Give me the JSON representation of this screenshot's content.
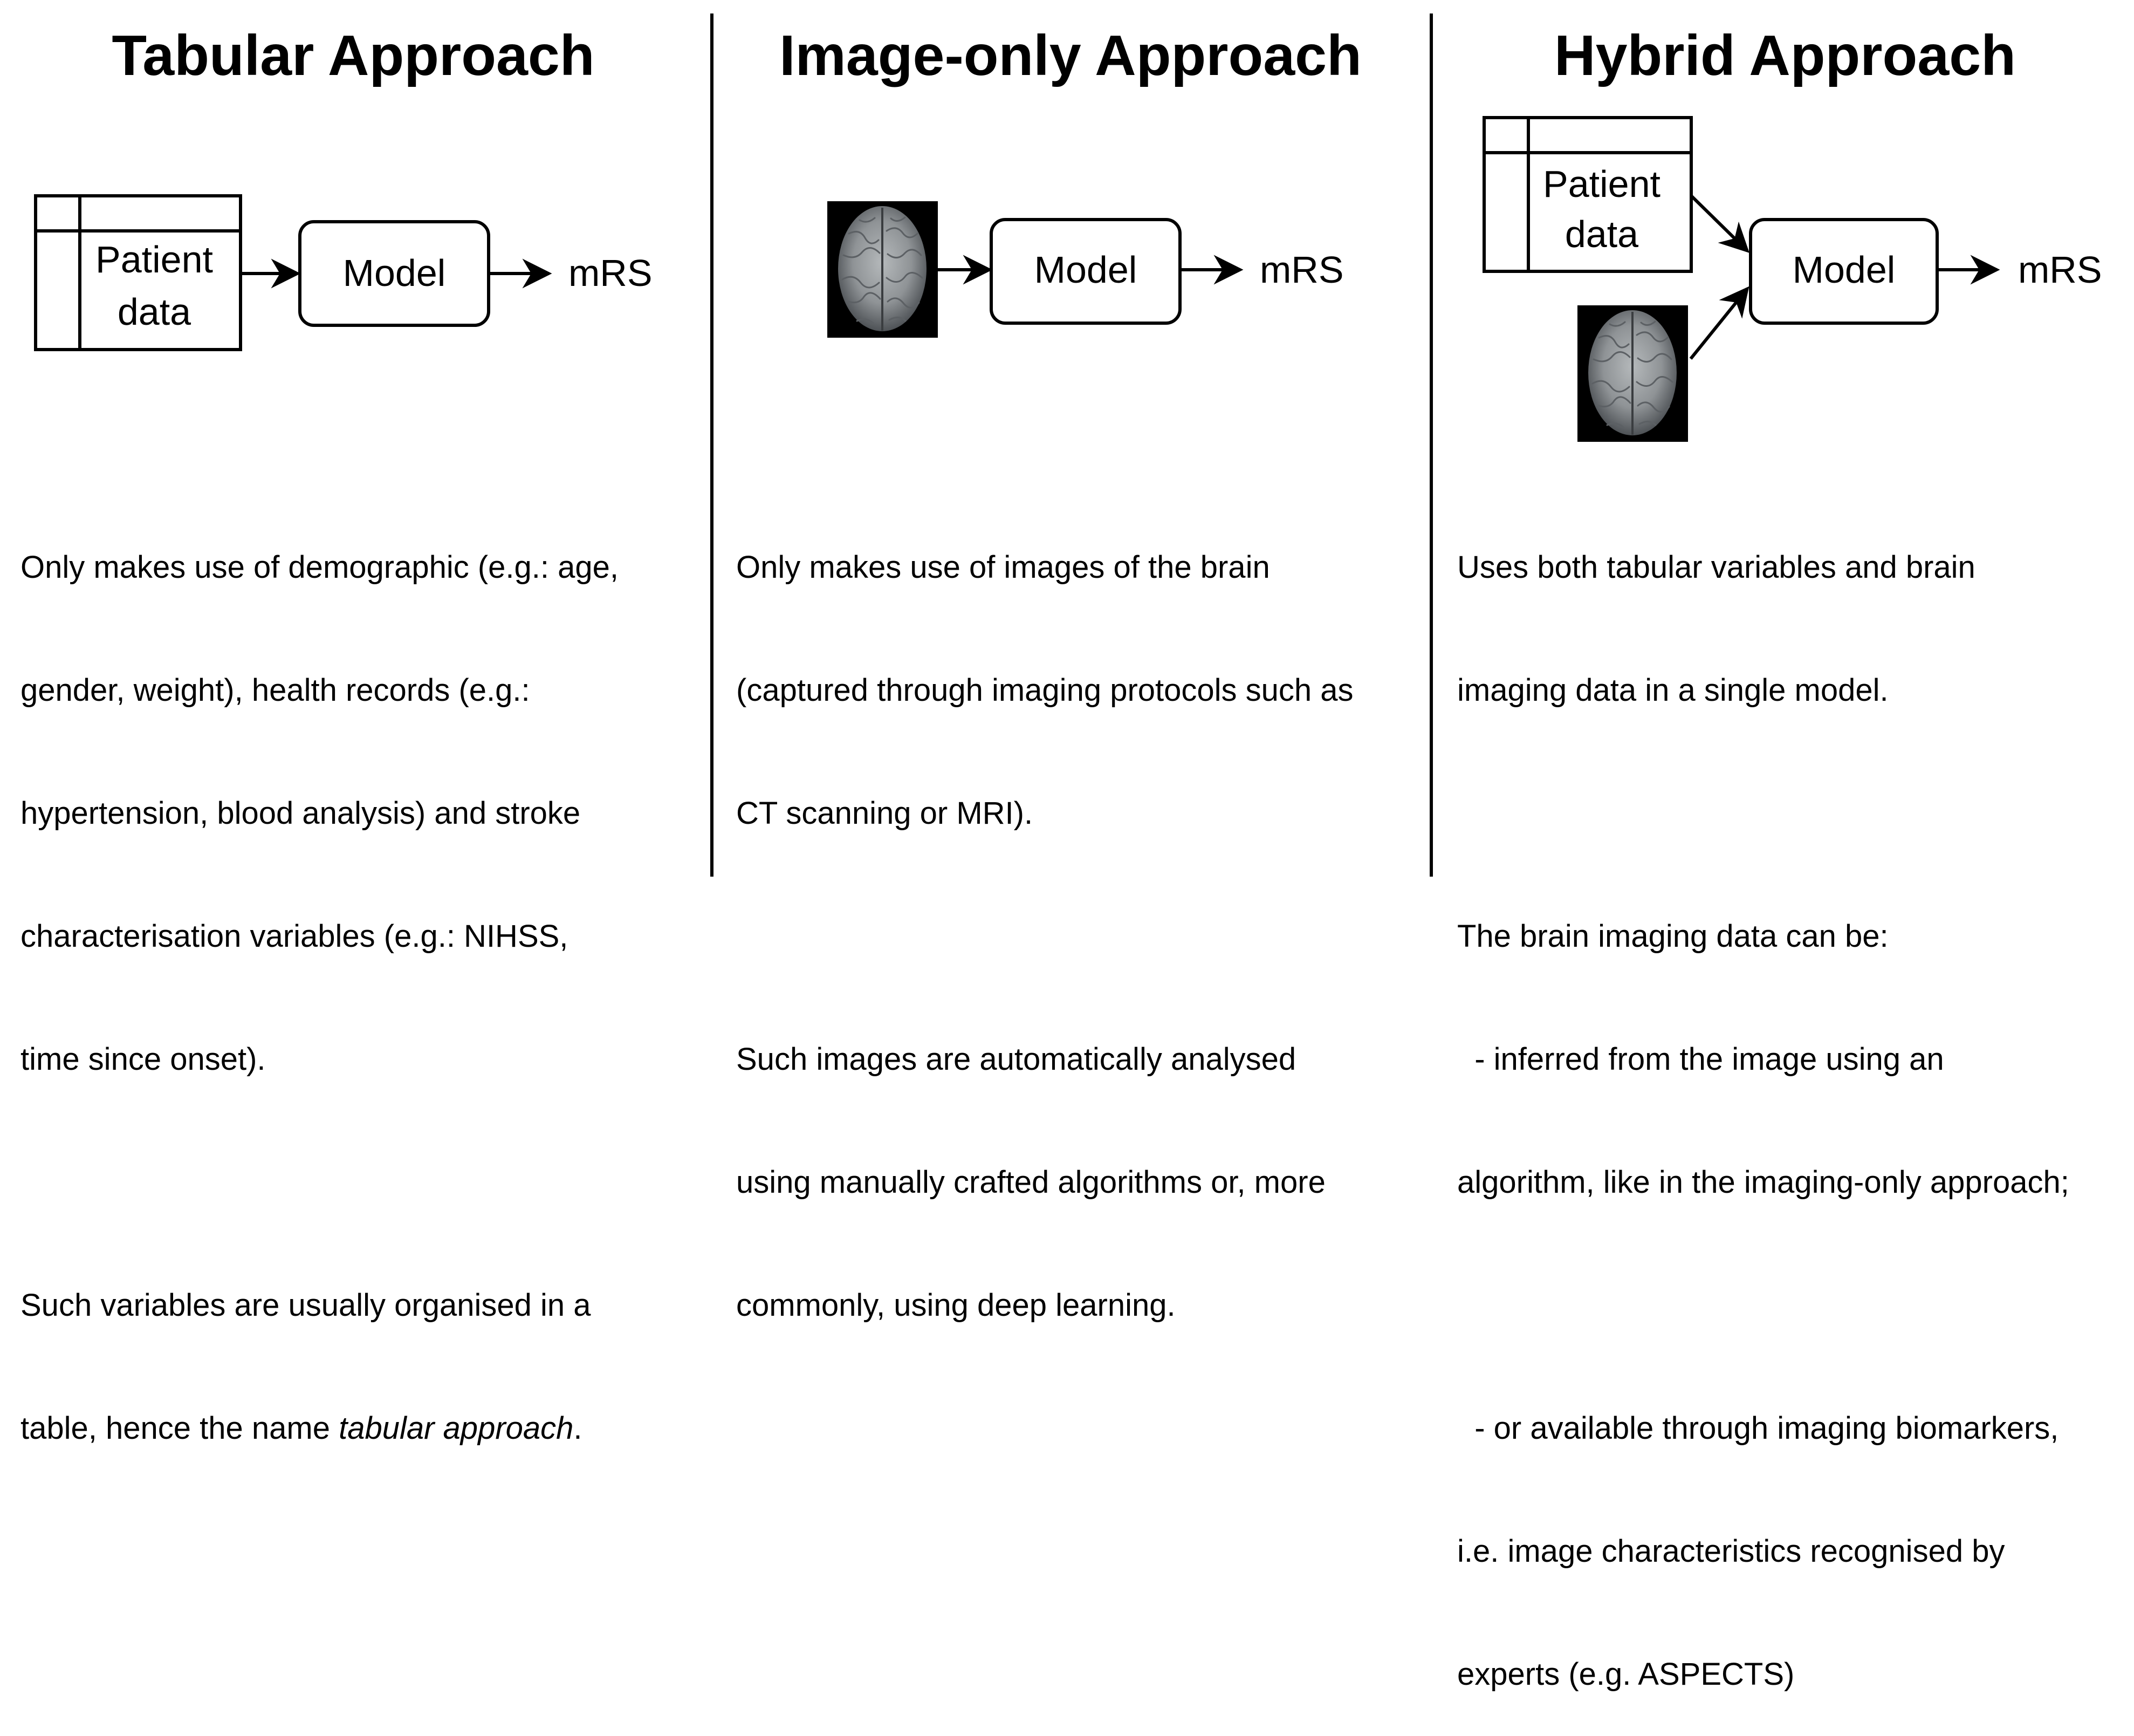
{
  "tabular": {
    "title": "Tabular Approach",
    "table_label_line1": "Patient",
    "table_label_line2": "data",
    "model_label": "Model",
    "output_label": "mRS",
    "desc_p1": [
      "Only makes use of demographic (e.g.: age,",
      "gender, weight), health records (e.g.:",
      "hypertension, blood analysis) and stroke",
      "characterisation variables (e.g.: NIHSS,",
      "time since onset)."
    ],
    "desc_p2_line1": "Such variables are usually organised in a",
    "desc_p2_line2_prefix": "table, hence the name ",
    "desc_p2_line2_em": "tabular approach",
    "desc_p2_line2_suffix": "."
  },
  "image_only": {
    "title": "Image-only Approach",
    "model_label": "Model",
    "output_label": "mRS",
    "desc_p1": [
      "Only makes use of images of the brain",
      "(captured through imaging protocols such as",
      "CT scanning or MRI)."
    ],
    "desc_p2": [
      "Such images are automatically analysed",
      "using manually crafted algorithms or, more",
      "commonly, using deep learning."
    ]
  },
  "hybrid": {
    "title": "Hybrid Approach",
    "table_label_line1": "Patient",
    "table_label_line2": "data",
    "model_label": "Model",
    "output_label": "mRS",
    "desc_p1": [
      "Uses both tabular variables and brain",
      "imaging data in a single model."
    ],
    "desc_p2": [
      "The brain imaging data can be:",
      "  - inferred from the image using an",
      "algorithm, like in the imaging-only approach;"
    ],
    "desc_p3": [
      "  - or available through imaging biomarkers,",
      "i.e. image characteristics recognised by",
      "experts (e.g. ASPECTS)"
    ]
  },
  "colors": {
    "line": "#000000",
    "brain_background": "#000000",
    "brain_tissue": "#8f9396"
  }
}
